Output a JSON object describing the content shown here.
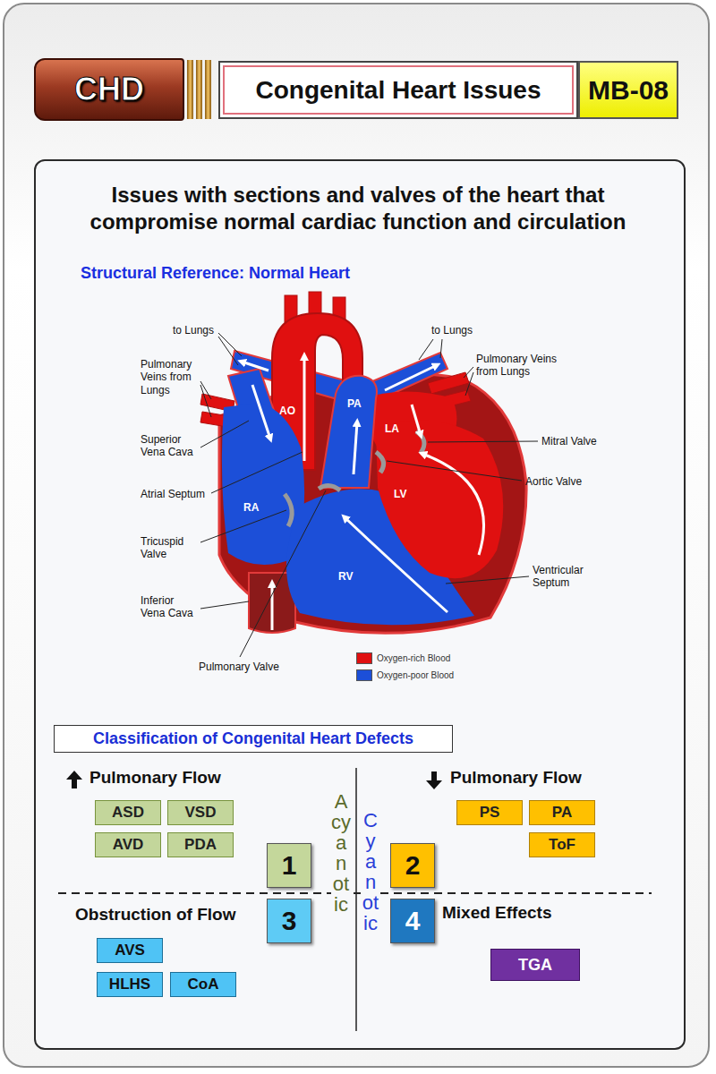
{
  "diagram": {
    "title": "Issues with sections and valves of the heart that compromise normal cardiac function and circulation",
    "nodes": [
      {
        "text": [
          "CHD"
        ]
      },
      {
        "text": [
          "Congenital Heart Issues"
        ]
      },
      {
        "text": [
          "MB-08"
        ]
      },
      {
        "text": [
          "Classification of Congenital Heart Defects"
        ]
      },
      {
        "text": [
          "ASD"
        ]
      },
      {
        "text": [
          "VSD"
        ]
      },
      {
        "text": [
          "PS"
        ]
      },
      {
        "text": [
          "PA"
        ]
      },
      {
        "text": [
          "AVD"
        ]
      },
      {
        "text": [
          "PDA"
        ]
      },
      {
        "text": [
          "ToF"
        ]
      },
      {
        "text": [
          "1"
        ]
      },
      {
        "text": [
          "2"
        ]
      },
      {
        "text": [
          "3"
        ]
      },
      {
        "text": [
          "4"
        ]
      },
      {
        "text": [
          "AVS"
        ]
      },
      {
        "text": [
          "HLHS"
        ]
      },
      {
        "text": [
          "CoA"
        ]
      },
      {
        "text": [
          "TGA"
        ]
      }
    ],
    "labels": [
      "Structural Reference: Normal Heart",
      "to Lungs",
      "Pulmonary Veins from Lungs",
      "Superior Vena Cava",
      "Atrial Septum",
      "Tricuspid Valve",
      "Inferior Vena Cava",
      "Pulmonary Valve",
      "to Lungs",
      "Pulmonary Veins from Lungs",
      "Mitral Valve",
      "Aortic Valve",
      "Ventricular Septum",
      "AO",
      "PA",
      "LA",
      "LV",
      "RA",
      "RV",
      "Pulmonary Flow",
      "Pulmonary Flow",
      "Acyanotic",
      "Cyanotic",
      "Obstruction of Flow",
      "Mixed Effects"
    ],
    "legend": [
      {
        "text": "Oxygen-rich Blood",
        "color": "#e01010"
      },
      {
        "text": "Oxygen-poor Blood",
        "color": "#1c4fd8"
      }
    ]
  }
}
